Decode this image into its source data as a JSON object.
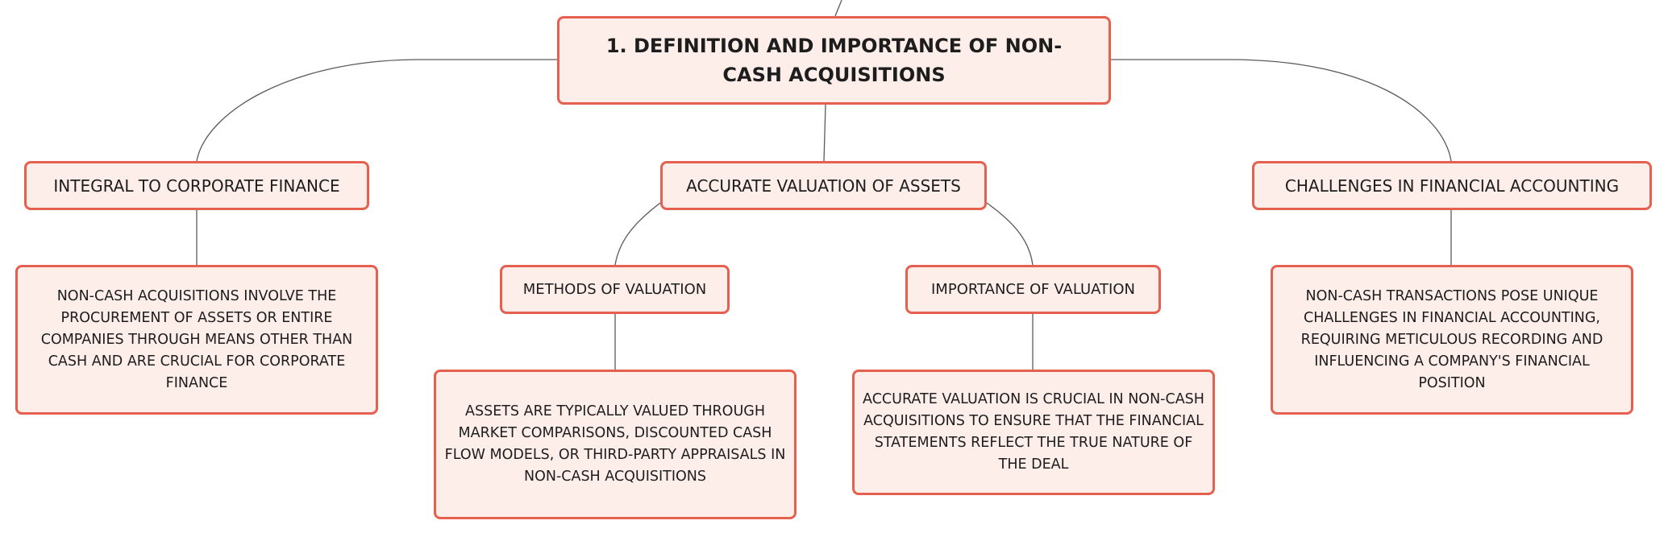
{
  "mindmap": {
    "root": {
      "title": "1. DEFINITION AND IMPORTANCE OF NON-CASH ACQUISITIONS"
    },
    "branches": {
      "integral": {
        "label": "INTEGRAL TO CORPORATE FINANCE",
        "detail": "NON-CASH ACQUISITIONS INVOLVE THE PROCUREMENT OF ASSETS OR ENTIRE COMPANIES THROUGH MEANS OTHER THAN CASH AND ARE CRUCIAL FOR CORPORATE FINANCE"
      },
      "accurate": {
        "label": "ACCURATE VALUATION OF ASSETS",
        "methods": {
          "label": "METHODS OF VALUATION",
          "detail": "ASSETS ARE TYPICALLY VALUED THROUGH MARKET COMPARISONS, DISCOUNTED CASH FLOW MODELS, OR THIRD-PARTY APPRAISALS IN NON-CASH ACQUISITIONS"
        },
        "importance": {
          "label": "IMPORTANCE OF VALUATION",
          "detail": "ACCURATE VALUATION IS CRUCIAL IN NON-CASH ACQUISITIONS TO ENSURE THAT THE FINANCIAL STATEMENTS REFLECT THE TRUE NATURE OF THE DEAL"
        }
      },
      "challenges": {
        "label": "CHALLENGES IN FINANCIAL ACCOUNTING",
        "detail": "NON-CASH TRANSACTIONS POSE UNIQUE CHALLENGES IN FINANCIAL ACCOUNTING, REQUIRING METICULOUS RECORDING AND INFLUENCING A COMPANY'S FINANCIAL POSITION"
      }
    },
    "colors": {
      "node_fill": "#fdeeea",
      "node_border": "#e6604f",
      "connector": "#5a5a5a",
      "text": "#1d1d1d"
    }
  }
}
